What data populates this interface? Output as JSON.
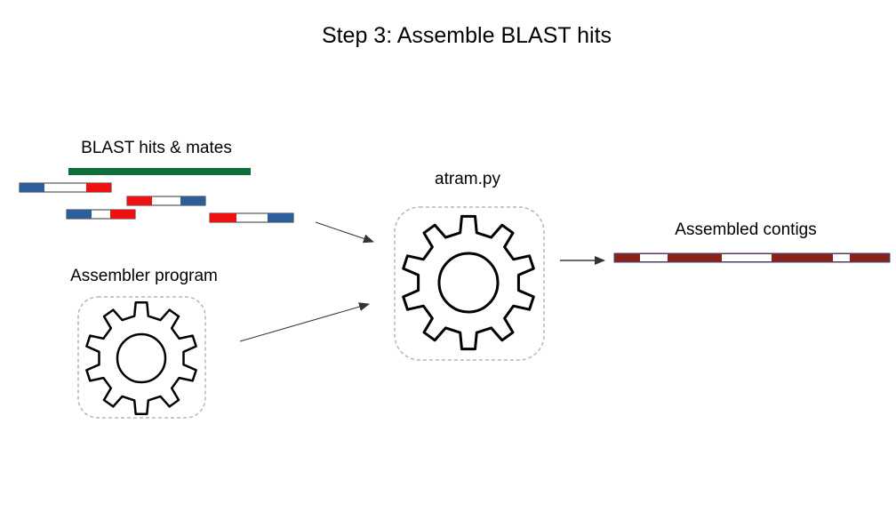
{
  "title": "Step 3: Assemble BLAST hits",
  "labels": {
    "blast_hits": "BLAST hits & mates",
    "assembler_program": "Assembler program",
    "atram": "atram.py",
    "assembled_contigs": "Assembled contigs"
  },
  "colors": {
    "reference": "#0b6e3b",
    "hit_blue": "#2e5e9a",
    "hit_red": "#ee1111",
    "contig": "#8b2218",
    "contig_outline": "#3b4a8c",
    "box_border": "#b5b5b5"
  },
  "icons": {
    "assembler": "gear-icon",
    "atram": "gear-icon"
  }
}
